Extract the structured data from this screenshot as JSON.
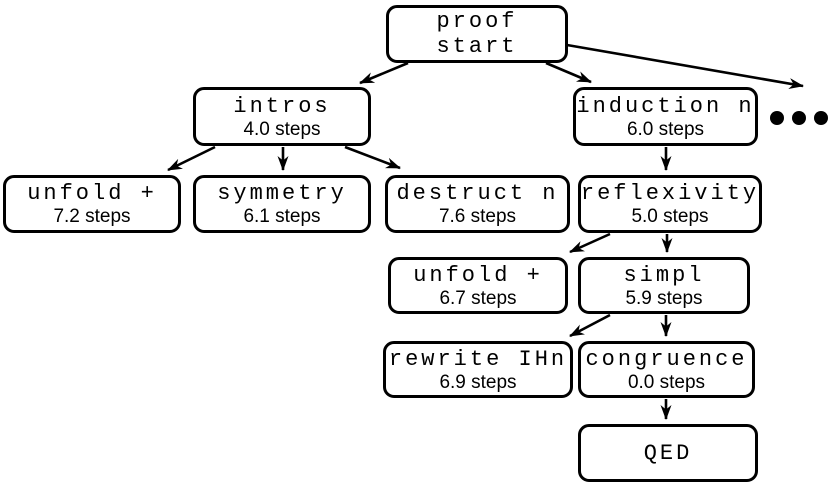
{
  "diagram": {
    "type": "proof-search-tree",
    "background_color": "#ffffff",
    "stroke_color": "#000000",
    "text_color": "#000000",
    "ellipsis": "..."
  },
  "nodes": {
    "proof_start": {
      "label": "proof",
      "label2": "start"
    },
    "intros": {
      "label": "intros",
      "steps": "4.0 steps"
    },
    "induction_n": {
      "label": "induction n",
      "steps": "6.0 steps"
    },
    "unfold_plus_1": {
      "label": "unfold +",
      "steps": "7.2 steps"
    },
    "symmetry": {
      "label": "symmetry",
      "steps": "6.1 steps"
    },
    "destruct_n": {
      "label": "destruct n",
      "steps": "7.6 steps"
    },
    "reflexivity": {
      "label": "reflexivity",
      "steps": "5.0 steps"
    },
    "unfold_plus_2": {
      "label": "unfold +",
      "steps": "6.7 steps"
    },
    "simpl": {
      "label": "simpl",
      "steps": "5.9 steps"
    },
    "rewrite_ihn": {
      "label": "rewrite IHn",
      "steps": "6.9 steps"
    },
    "congruence": {
      "label": "congruence",
      "steps": "0.0 steps"
    },
    "qed": {
      "label": "QED"
    }
  },
  "edges": [
    {
      "from": "proof start",
      "to": "intros"
    },
    {
      "from": "proof start",
      "to": "induction n"
    },
    {
      "from": "proof start",
      "to": "..."
    },
    {
      "from": "intros",
      "to": "unfold + (7.2 steps)"
    },
    {
      "from": "intros",
      "to": "symmetry"
    },
    {
      "from": "intros",
      "to": "destruct n"
    },
    {
      "from": "induction n",
      "to": "reflexivity"
    },
    {
      "from": "reflexivity",
      "to": "unfold + (6.7 steps)"
    },
    {
      "from": "reflexivity",
      "to": "simpl"
    },
    {
      "from": "simpl",
      "to": "rewrite IHn"
    },
    {
      "from": "simpl",
      "to": "congruence"
    },
    {
      "from": "congruence",
      "to": "QED"
    }
  ]
}
